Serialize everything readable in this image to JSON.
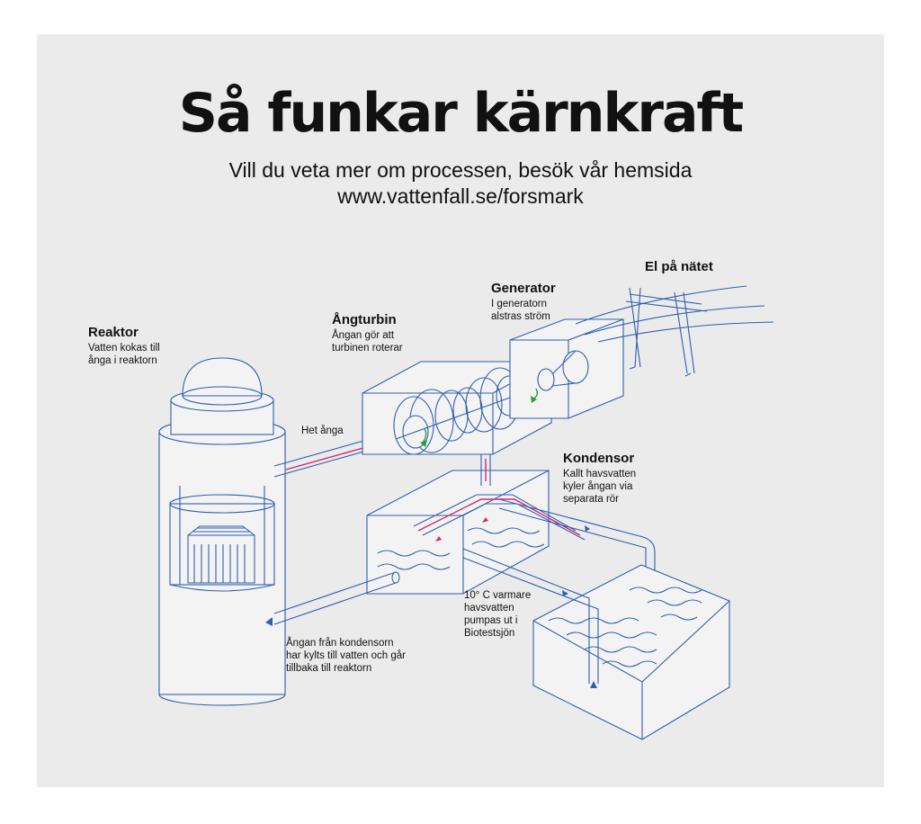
{
  "header": {
    "title": "Så funkar kärnkraft",
    "subtitle_line1": "Vill du veta mer om processen, besök vår hemsida",
    "subtitle_line2": "www.vattenfall.se/forsmark"
  },
  "labels": {
    "reactor": {
      "heading": "Reaktor",
      "description": "Vatten kokas till ånga i reaktorn"
    },
    "turbine": {
      "heading": "Ångturbin",
      "description": "Ångan gör att turbinen roterar"
    },
    "generator": {
      "heading": "Generator",
      "description": "I generatorn alstras ström"
    },
    "grid": {
      "heading": "El på nätet"
    },
    "condenser": {
      "heading": "Kondensor",
      "description": "Kallt havsvatten kyler ångan via separata rör"
    }
  },
  "notes": {
    "hot_steam": "Het ånga",
    "warm_water": "10° C varmare havsvatten pumpas ut i Biotestsjön",
    "return_water": "Ångan från kondensorn har kylts till vatten och går tillbaka till reaktorn"
  },
  "colors": {
    "background": "#ebebeb",
    "line": "#2f5fae",
    "steam": "#d6286f",
    "rotation": "#2e9a46",
    "text": "#111111"
  }
}
